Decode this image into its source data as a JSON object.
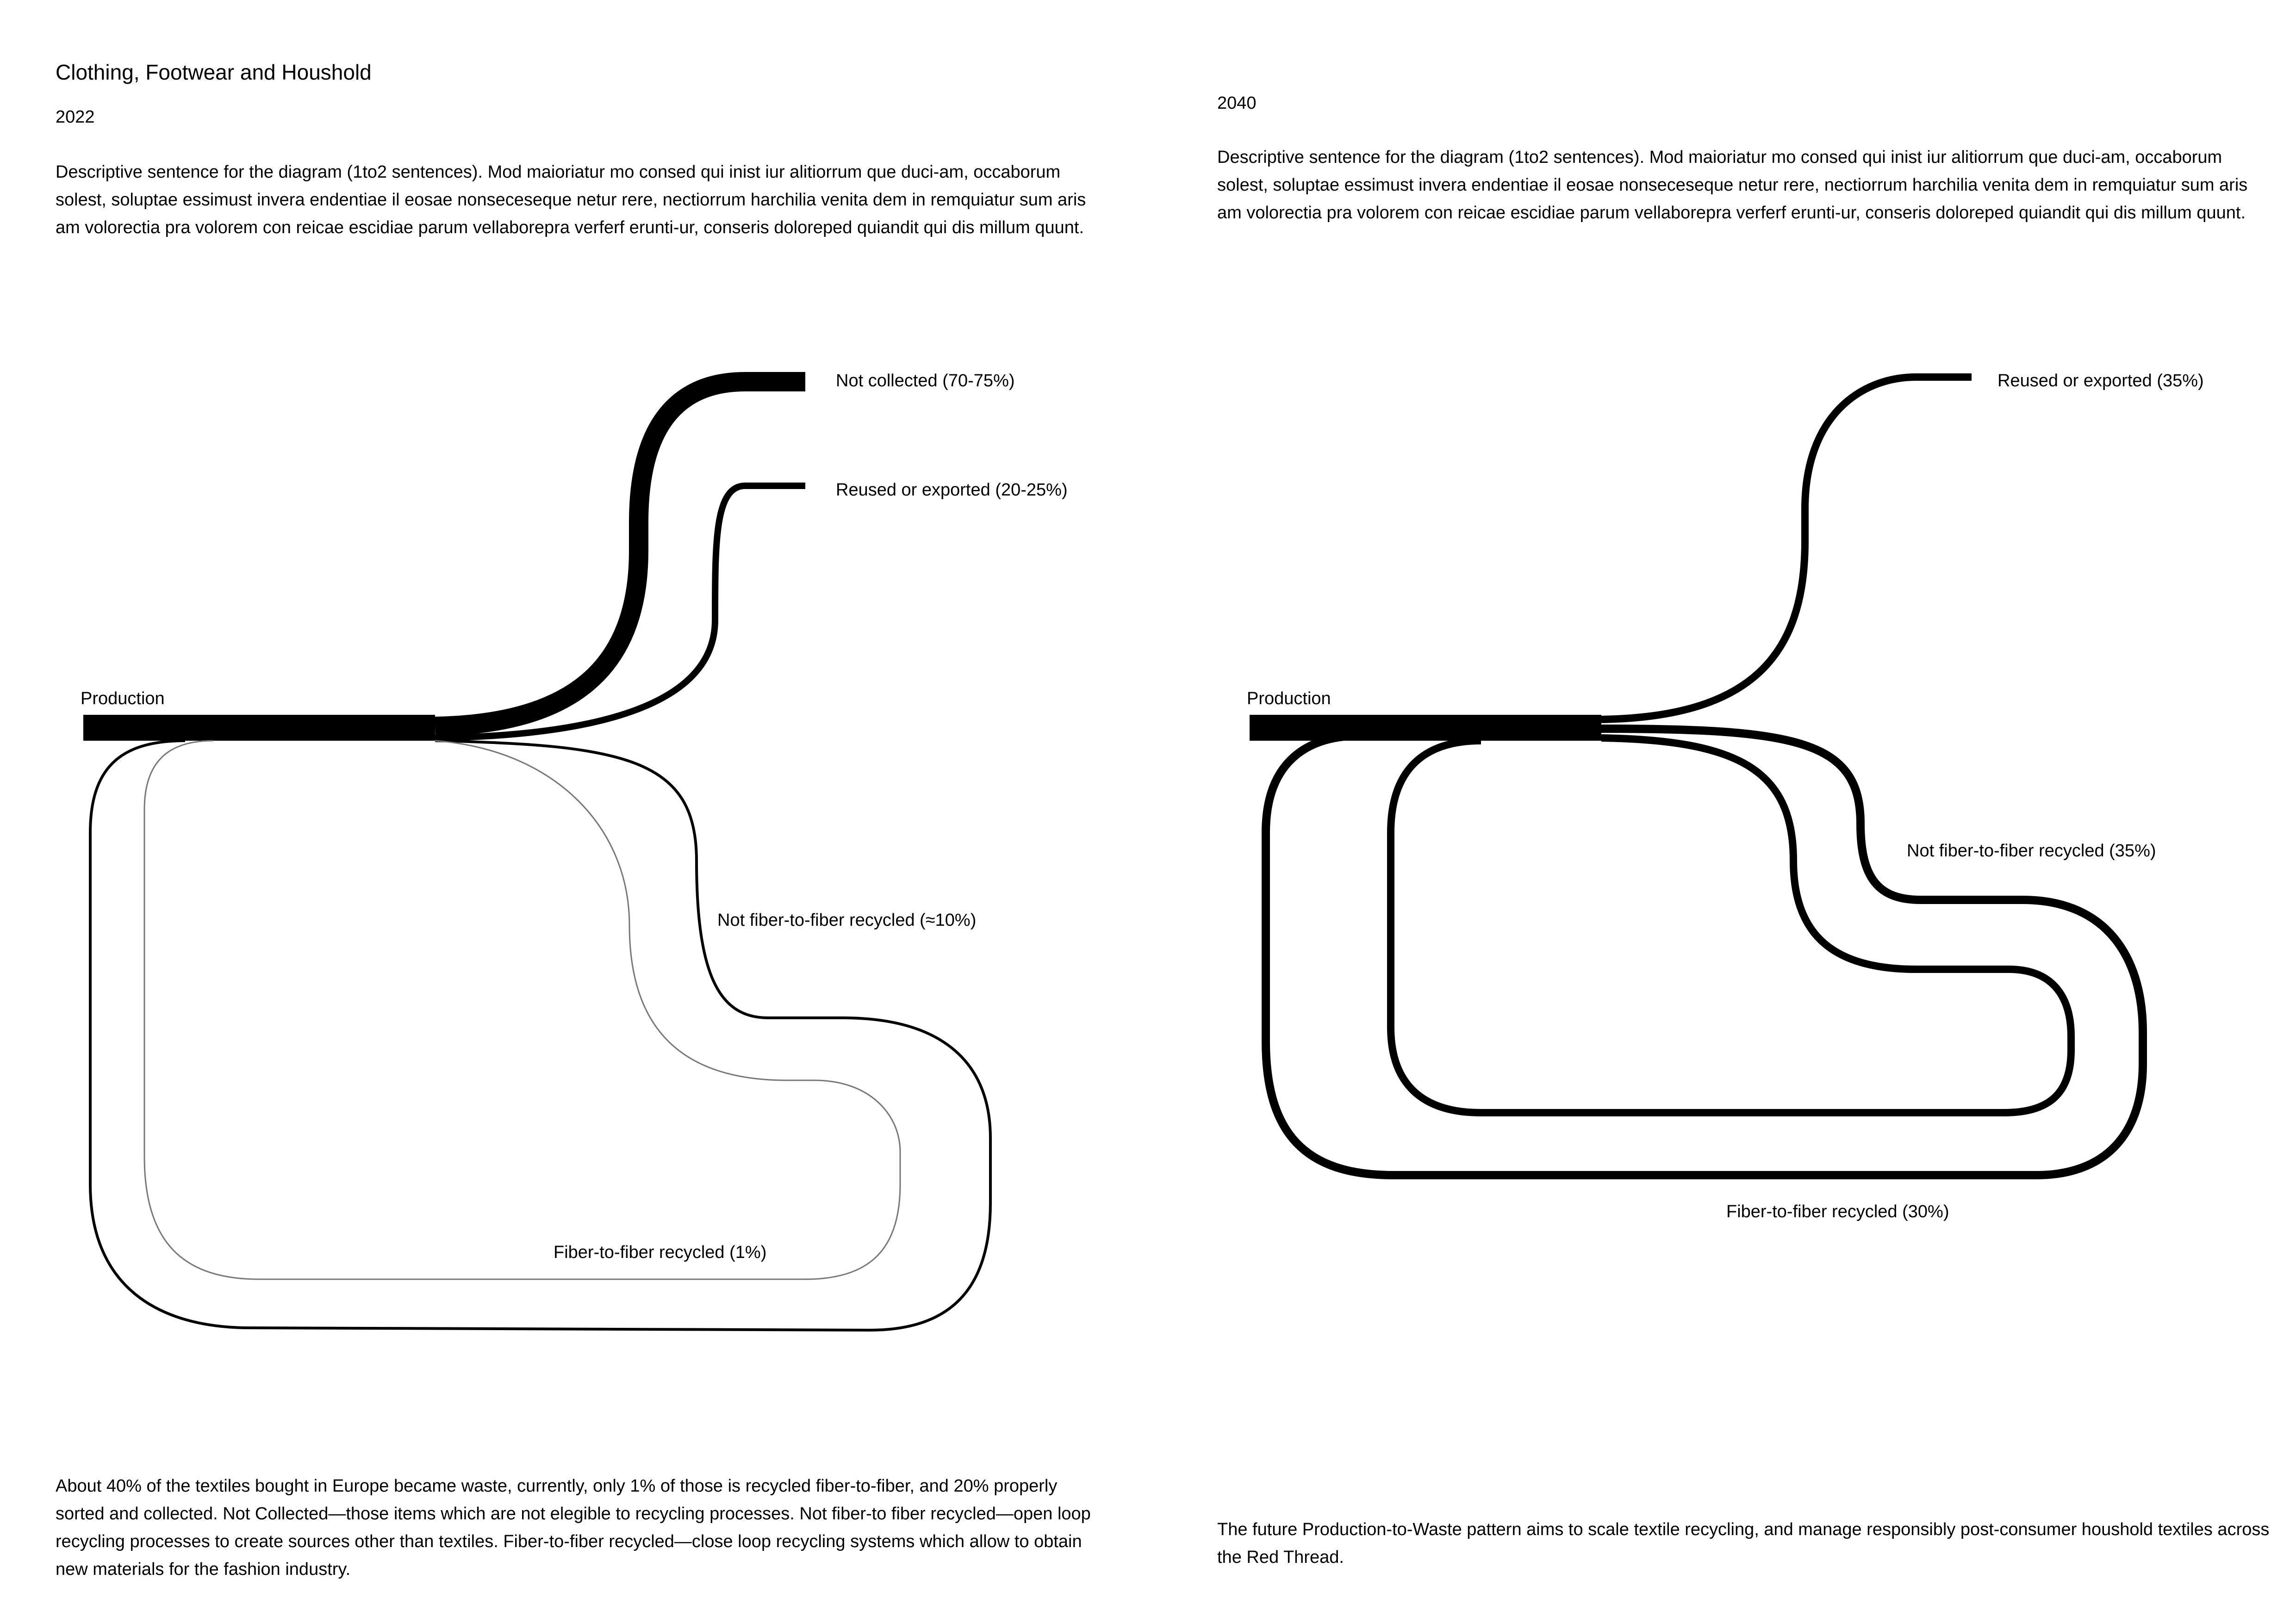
{
  "title": "Clothing, Footwear and Houshold",
  "left": {
    "year": "2022",
    "description": "Descriptive sentence for the diagram (1to2 sentences). Mod maioriatur mo consed qui inist iur alitiorrum que duci-am, occaborum solest, soluptae essimust invera endentiae il eosae nonseceseque netur rere, nectiorrum harchilia venita dem in remquiatur sum aris am volorectia pra volorem con reicae escidiae parum vellaborepra verferf erunti-ur, conseris doloreped quiandit qui dis millum quunt.",
    "labels": {
      "production": "Production",
      "not_collected": "Not collected (70-75%)",
      "reused": "Reused or exported (20-25%)",
      "not_f2f": "Not fiber-to-fiber recycled (≈10%)",
      "f2f": "Fiber-to-fiber recycled (1%)"
    },
    "caption": "About 40% of the textiles bought in Europe became waste, currently, only 1% of those is recycled fiber-to-fiber, and 20% properly sorted and collected. Not Collected—those items which are not elegible to recycling processes. Not fiber-to fiber recycled—open loop recycling processes to create sources other than textiles. Fiber-to-fiber recycled—close loop recycling systems which allow to obtain new materials for the fashion industry."
  },
  "right": {
    "year": "2040",
    "description": "Descriptive sentence for the diagram (1to2 sentences). Mod maioriatur mo consed qui inist iur alitiorrum que duci-am, occaborum solest, soluptae essimust invera endentiae il eosae nonseceseque netur rere, nectiorrum harchilia venita dem in remquiatur sum aris am volorectia pra volorem con reicae escidiae parum vellaborepra verferf erunti-ur, conseris doloreped quiandit qui dis millum quunt.",
    "labels": {
      "production": "Production",
      "reused": "Reused or exported (35%)",
      "not_f2f": "Not fiber-to-fiber recycled (35%)",
      "f2f": "Fiber-to-fiber recycled (30%)"
    },
    "caption": "The future Production-to-Waste pattern aims to scale textile recycling, and manage responsibly post-consumer houshold textiles across the Red Thread."
  }
}
